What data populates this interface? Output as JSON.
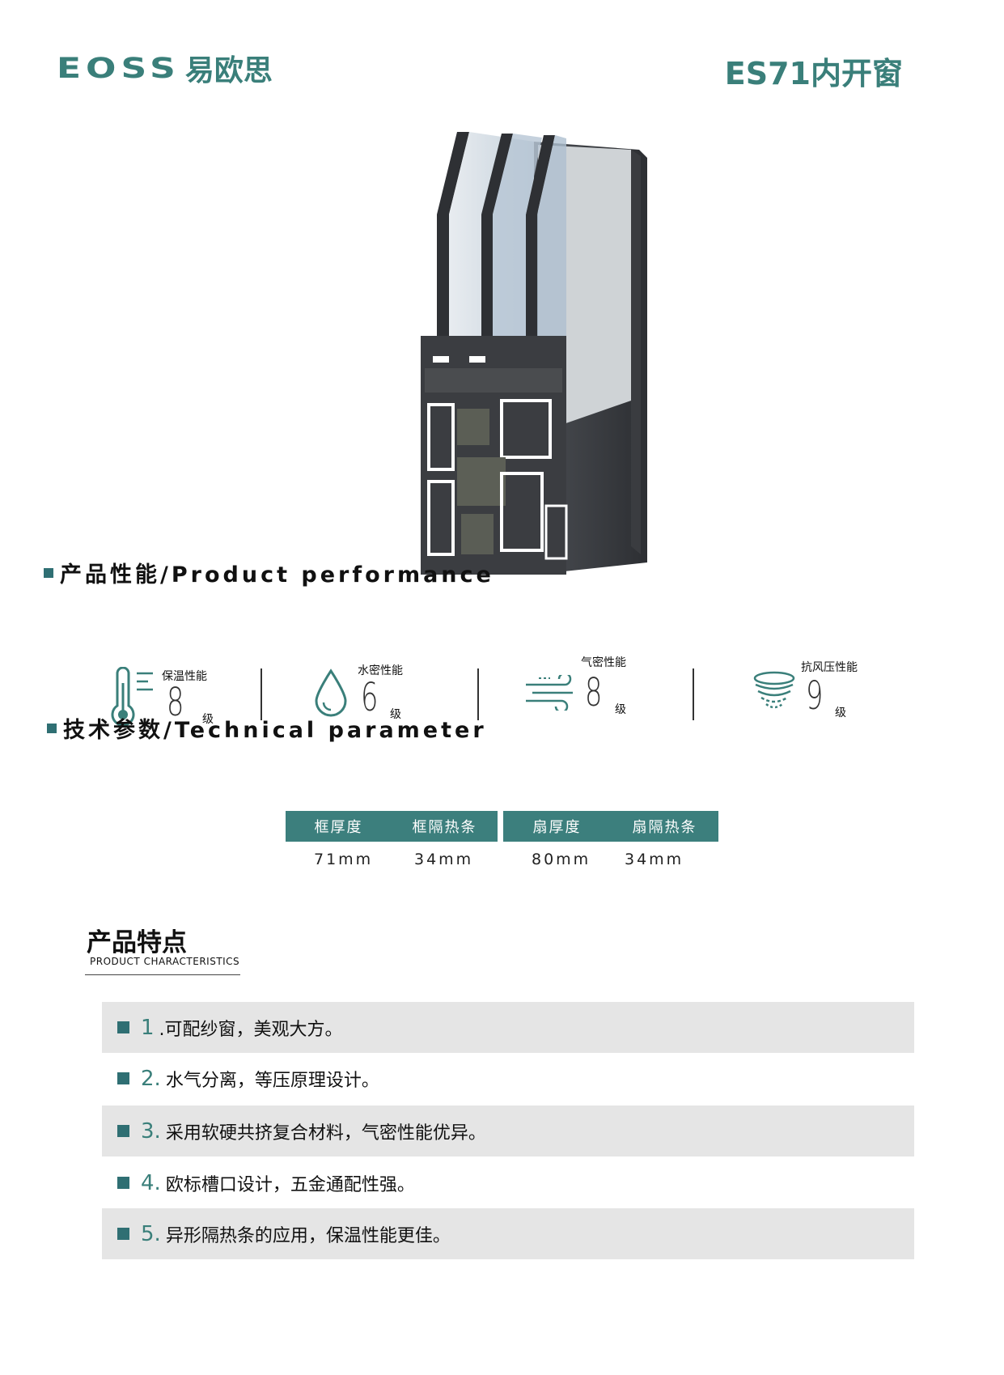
{
  "header": {
    "logo_latin": "EOSS",
    "logo_cn": "易欧思",
    "product_title": "ES71内开窗"
  },
  "performance": {
    "heading": "产品性能/Product performance",
    "items": [
      {
        "label": "保温性能",
        "grade": "8",
        "unit": "级",
        "icon": "thermometer-icon"
      },
      {
        "label": "水密性能",
        "grade": "6",
        "unit": "级",
        "icon": "water-drop-icon"
      },
      {
        "label": "气密性能",
        "grade": "8",
        "unit": "级",
        "icon": "wind-icon"
      },
      {
        "label": "抗风压性能",
        "grade": "9",
        "unit": "级",
        "icon": "wind-pressure-icon"
      }
    ]
  },
  "technical": {
    "heading": "技术参数/Technical parameter",
    "headers": [
      "框厚度",
      "框隔热条",
      "扇厚度",
      "扇隔热条"
    ],
    "values": [
      "71mm",
      "34mm",
      "80mm",
      "34mm"
    ]
  },
  "characteristics": {
    "title": "产品特点",
    "subtitle": "PRODUCT CHARACTERISTICS",
    "items": [
      {
        "num": "1",
        "text": ".可配纱窗，美观大方。"
      },
      {
        "num": "2.",
        "text": "水气分离，等压原理设计。"
      },
      {
        "num": "3.",
        "text": "采用软硬共挤复合材料，气密性能优异。"
      },
      {
        "num": "4.",
        "text": "欧标槽口设计，五金通配性强。"
      },
      {
        "num": "5.",
        "text": "异形隔热条的应用，保温性能更佳。"
      }
    ]
  },
  "colors": {
    "brand": "#3a7f7a",
    "table_header": "#3c7f7d",
    "row_shade": "#e5e5e5"
  }
}
